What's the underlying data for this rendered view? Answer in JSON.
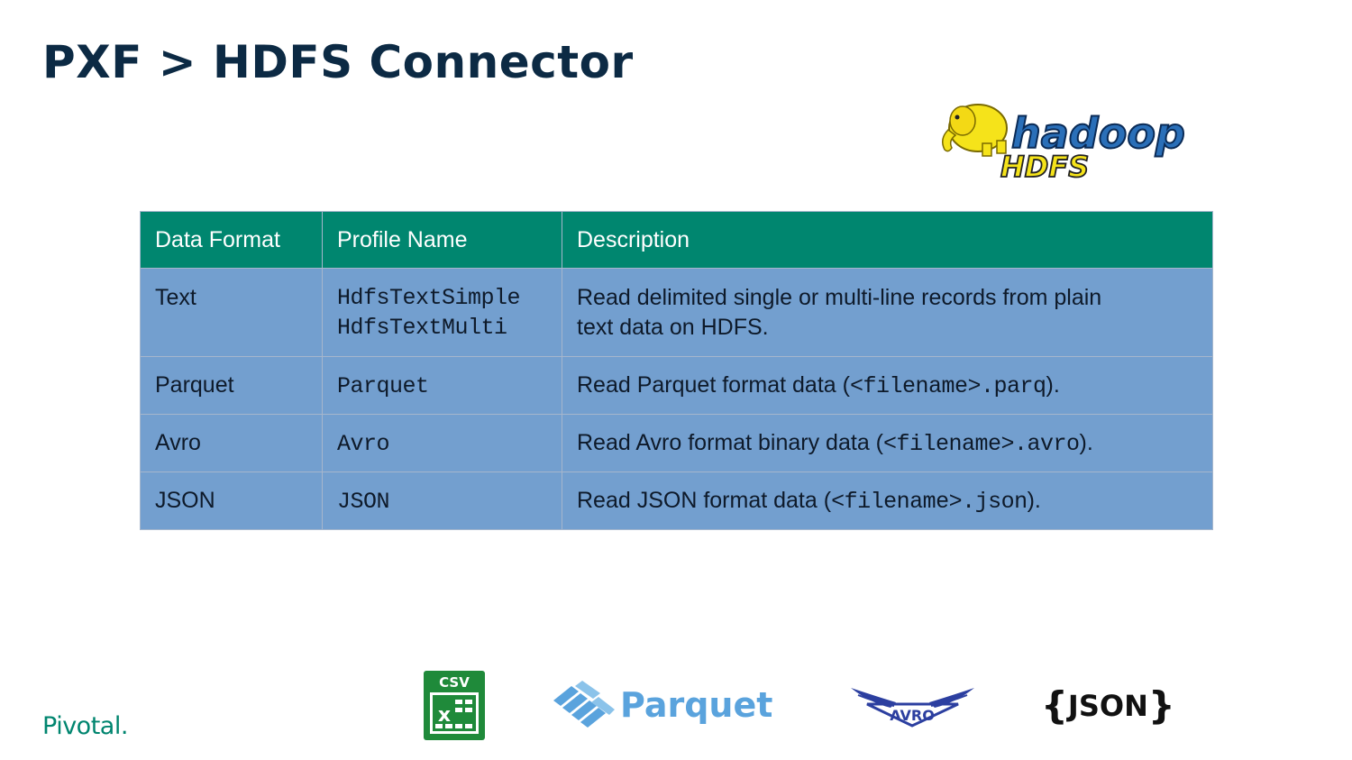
{
  "slide": {
    "title": "PXF > HDFS Connector"
  },
  "hadoop_logo": {
    "word": "hadoop",
    "sub": "HDFS"
  },
  "table": {
    "headers": [
      "Data Format",
      "Profile Name",
      "Description"
    ],
    "rows": [
      {
        "format": "Text",
        "profiles": [
          "HdfsTextSimple",
          "HdfsTextMulti"
        ],
        "description_lines": [
          "Read delimited single or multi-line records from plain",
          "text data on HDFS."
        ]
      },
      {
        "format": "Parquet",
        "profiles": [
          "Parquet"
        ],
        "description_prefix": "Read Parquet format data (",
        "description_code": "<filename>.parq",
        "description_suffix": ")."
      },
      {
        "format": "Avro",
        "profiles": [
          "Avro"
        ],
        "description_prefix": "Read Avro format binary data (",
        "description_code": "<filename>.avro",
        "description_suffix": ")."
      },
      {
        "format": "JSON",
        "profiles": [
          "JSON"
        ],
        "description_prefix": "Read JSON format data (",
        "description_code": "<filename>.json",
        "description_suffix": ")."
      }
    ]
  },
  "footer": {
    "pivotal": "Pivotal.",
    "csv_label": "CSV",
    "parquet_label": "Parquet",
    "avro_label": "AVRO",
    "json_open": "{",
    "json_word": "JSON",
    "json_close": "}"
  },
  "colors": {
    "title": "#0c2a44",
    "header_bg": "#00866f",
    "row_bg": "#739fcf",
    "pivotal": "#00856f"
  }
}
